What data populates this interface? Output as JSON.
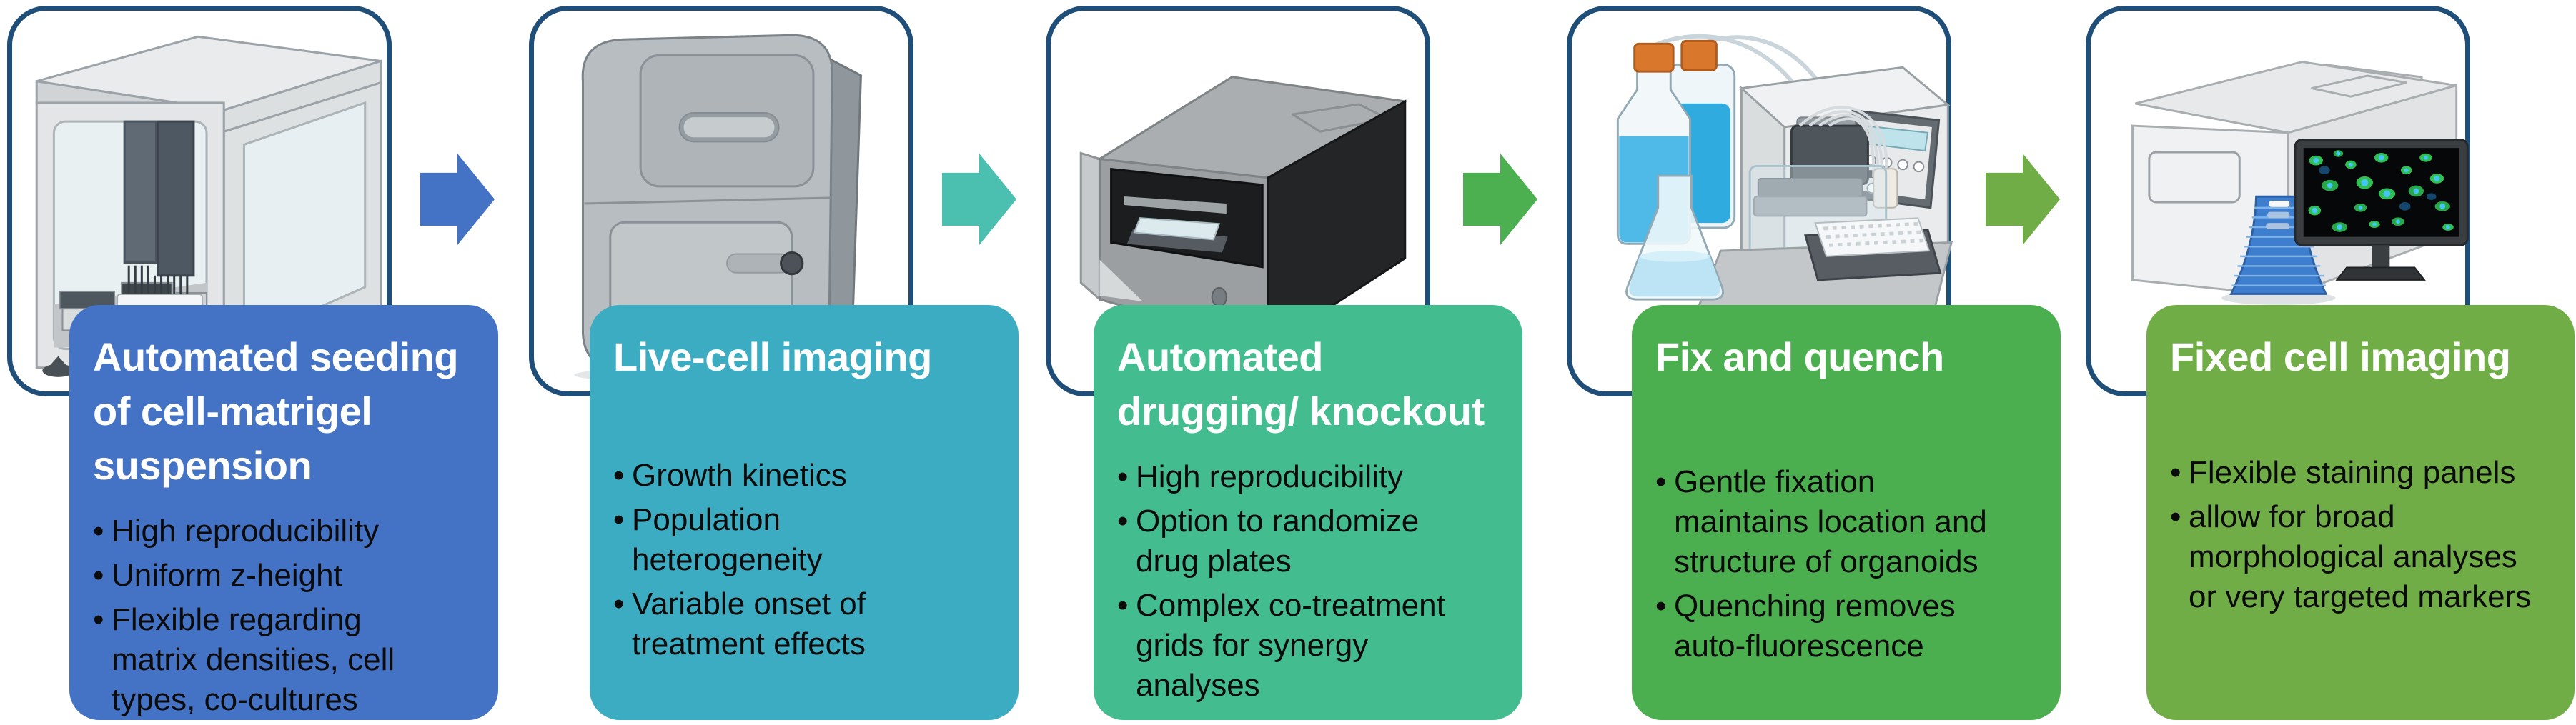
{
  "ui": {
    "bullet_glyph": "•"
  },
  "palette": {
    "page_bg": "#FFFFFF",
    "frame_border": "#1F4E79",
    "title_text": "#FFFFFF",
    "bullet_text": "#0B0B0B"
  },
  "stages": [
    {
      "name": "Automated seeding of cell-matrigel suspension",
      "illustration": "automated-liquid-handler",
      "box_color": "#4472C4",
      "title_lines": [
        "Automated seeding",
        "of cell-matrigel",
        "suspension"
      ],
      "bullets": [
        {
          "lines": [
            "High reproducibility"
          ]
        },
        {
          "lines": [
            "Uniform z-height"
          ]
        },
        {
          "lines": [
            "Flexible regarding",
            "matrix densities, cell",
            "types, co-cultures"
          ]
        }
      ]
    },
    {
      "name": "Live-cell imaging",
      "illustration": "live-cell-imager",
      "box_color": "#3BACC1",
      "title_lines": [
        "Live-cell imaging"
      ],
      "bullets": [
        {
          "lines": [
            "Growth kinetics"
          ]
        },
        {
          "lines": [
            "Population",
            "heterogeneity"
          ]
        },
        {
          "lines": [
            "Variable onset of",
            "treatment effects"
          ]
        }
      ]
    },
    {
      "name": "Automated drugging/ knockout",
      "illustration": "automated-drug-dispenser",
      "box_color": "#43BD90",
      "title_lines": [
        "Automated",
        "drugging/ knockout"
      ],
      "bullets": [
        {
          "lines": [
            "High reproducibility"
          ]
        },
        {
          "lines": [
            "Option to randomize",
            "drug plates"
          ]
        },
        {
          "lines": [
            "Complex co-treatment",
            "grids for synergy",
            "analyses"
          ]
        }
      ]
    },
    {
      "name": "Fix and quench",
      "illustration": "plate-washer-with-reagents",
      "box_color": "#4CAF4F",
      "title_lines": [
        "Fix and quench"
      ],
      "bullets": [
        {
          "lines": [
            "Gentle fixation",
            "maintains location and",
            "structure of organoids"
          ]
        },
        {
          "lines": [
            "Quenching removes",
            "auto-fluorescence"
          ]
        }
      ]
    },
    {
      "name": "Fixed cell imaging",
      "illustration": "fixed-cell-imager-with-monitor",
      "box_color": "#71AD47",
      "title_lines": [
        "Fixed cell imaging"
      ],
      "bullets": [
        {
          "lines": [
            "Flexible staining panels"
          ]
        },
        {
          "lines": [
            "allow for broad",
            "morphological analyses",
            "or very targeted markers"
          ]
        }
      ]
    }
  ],
  "arrows": [
    {
      "color": "#4472C4"
    },
    {
      "color": "#4BBFB0"
    },
    {
      "color": "#4CAF50"
    },
    {
      "color": "#70AD47"
    }
  ]
}
